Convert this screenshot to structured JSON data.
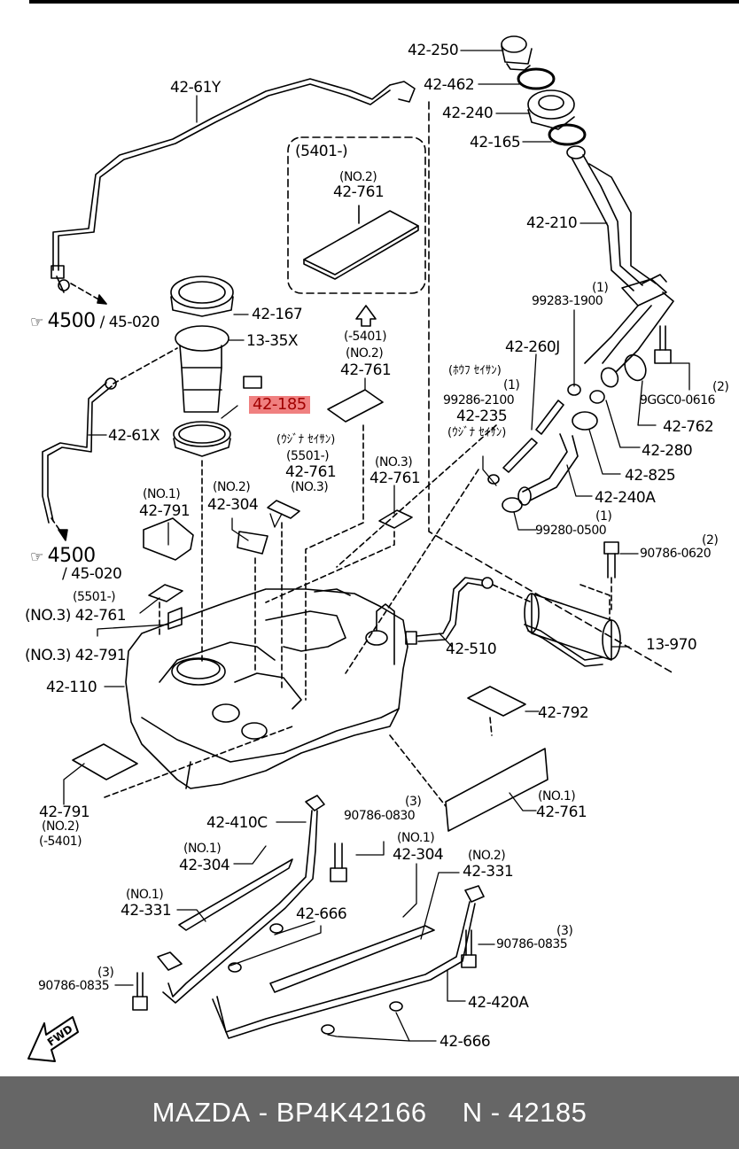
{
  "diagram": {
    "title_box": "(5401-)",
    "refs": [
      {
        "id": "ref-top",
        "icon": "pointing-hand-icon",
        "group": "4500",
        "page": "45-020"
      },
      {
        "id": "ref-bottom",
        "icon": "pointing-hand-icon",
        "group": "4500",
        "page": "45-020"
      }
    ],
    "fwd_label": "FWD",
    "up_arrow_icon": "up-arrow-icon",
    "labels": {
      "p_42_61Y": "42-61Y",
      "p_42_250": "42-250",
      "p_42_462": "42-462",
      "p_42_240": "42-240",
      "p_42_165": "42-165",
      "p_42_210": "42-210",
      "box_no2": "(NO.2)",
      "box_42_761": "42-761",
      "p_42_167": "42-167",
      "p_13_35X": "13-35X",
      "p_42_185": "42-185",
      "p_42_61X": "42-61X",
      "m5401_a": "(-5401)",
      "m5401_no2": "(NO.2)",
      "m5401_761": "42-761",
      "kana1": "(ｳｼﾞﾅ ｾｲｻﾝ)",
      "r5501": "(5501-)",
      "r761": "42-761",
      "rno3": "(NO.3)",
      "no3a": "(NO.3)",
      "no3a_761": "42-761",
      "no2_304": "(NO.2)",
      "p_42_304": "42-304",
      "no1_791": "(NO.1)",
      "p_42_791": "42-791",
      "l5501": "(5501-)",
      "lno3_761": "(NO.3) 42-761",
      "lno3_791": "(NO.3) 42-791",
      "p_42_110": "42-110",
      "b_42_791": "42-791",
      "b_no2": "(NO.2)",
      "b_5401": "(-5401)",
      "q1a": "(1)",
      "p_99283": "99283-1900",
      "p_42_260J": "42-260J",
      "kana2": "(ﾎｳﾌ ｾｲｻﾝ)",
      "q1b": "(1)",
      "p_99286": "99286-2100",
      "p_42_235": "42-235",
      "kana3": "(ｳｼﾞﾅ ｾｲｻﾝ)",
      "q2a": "(2)",
      "p_9GGC0": "9GGC0-0616",
      "p_42_762": "42-762",
      "p_42_280": "42-280",
      "p_42_825": "42-825",
      "p_42_240A": "42-240A",
      "q1c": "(1)",
      "p_99280": "99280-0500",
      "q2b": "(2)",
      "p_90786_0620": "90786-0620",
      "p_42_510": "42-510",
      "p_13_970": "13-970",
      "p_42_792": "42-792",
      "no1_761": "(NO.1)",
      "p_42_761_side": "42-761",
      "q3a": "(3)",
      "p_90786_0830": "90786-0830",
      "p_42_410C": "42-410C",
      "no1_304a": "(NO.1)",
      "p_42_304a": "42-304",
      "no1_331": "(NO.1)",
      "p_42_331a": "42-331",
      "p_42_666a": "42-666",
      "q3b": "(3)",
      "p_90786_0835a": "90786-0835",
      "no1_304b": "(NO.1)",
      "p_42_304b": "42-304",
      "no2_331": "(NO.2)",
      "p_42_331b": "42-331",
      "q3c": "(3)",
      "p_90786_0835b": "90786-0835",
      "p_42_420A": "42-420A",
      "p_42_666b": "42-666"
    },
    "highlight_color": "#f08080",
    "highlight_text_color": "#a10000"
  },
  "footer": {
    "brand": "MAZDA",
    "part_number": "BP4K42166",
    "position_label": "N",
    "position_number": "42185",
    "separator": "-",
    "background": "#666666"
  }
}
